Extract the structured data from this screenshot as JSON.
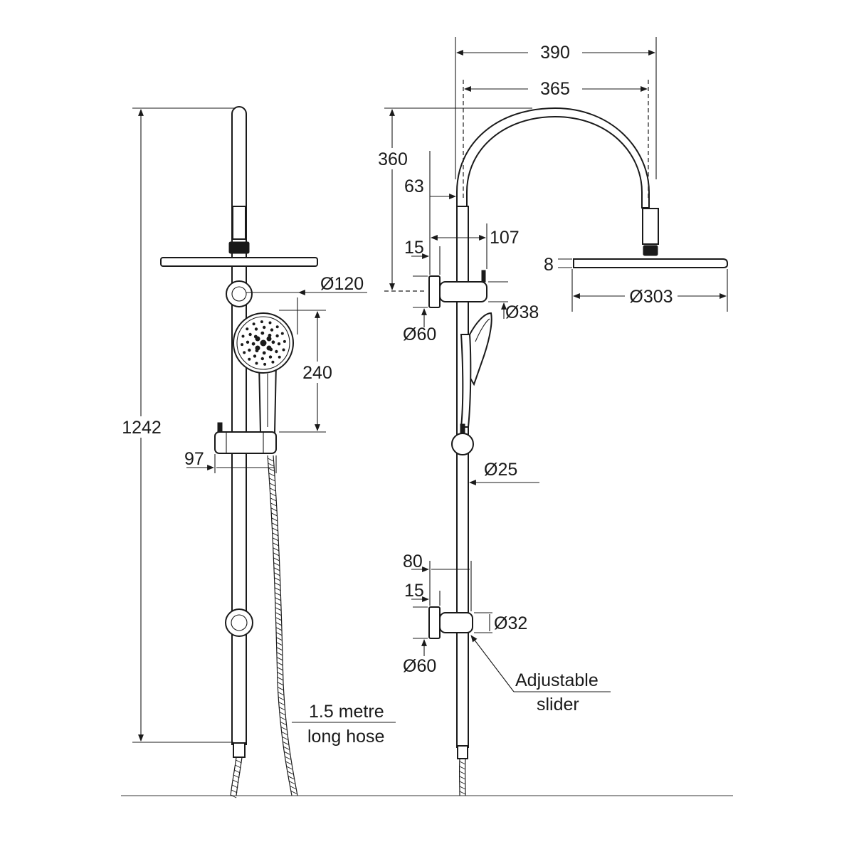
{
  "front_view": {
    "dimensions": {
      "total_height": "1242",
      "hand_shower_diameter": "Ø120",
      "hand_shower_length": "240",
      "holder_projection": "97"
    },
    "callout_hose": [
      "1.5 metre",
      "long hose"
    ]
  },
  "side_view": {
    "dimensions": {
      "arm_reach_outer": "390",
      "arm_reach_inner": "365",
      "arm_height": "360",
      "top_bracket_offset": "63",
      "top_bracket_plate": "15",
      "top_bracket_depth": "107",
      "top_flange_diameter": "Ø60",
      "top_bracket_tube_diameter": "Ø38",
      "rain_head_thickness": "8",
      "rain_head_diameter": "Ø303",
      "rail_diameter": "Ø25",
      "bottom_bracket_depth": "80",
      "bottom_bracket_plate": "15",
      "bottom_bracket_tube_diameter": "Ø32",
      "bottom_flange_diameter": "Ø60"
    },
    "callout_slider": [
      "Adjustable",
      "slider"
    ]
  }
}
